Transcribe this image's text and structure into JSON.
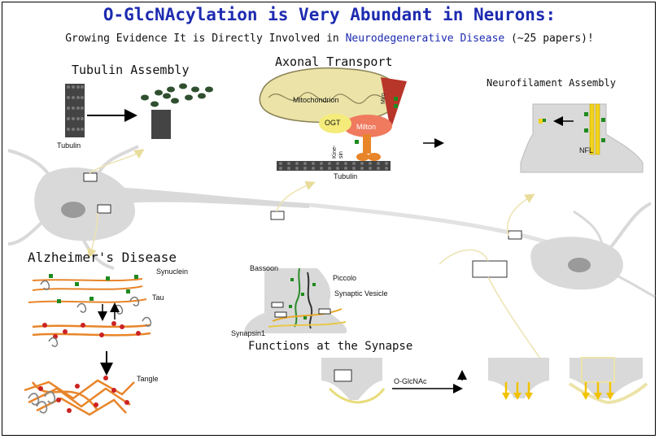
{
  "title": "O-GlcNAcylation is Very Abundant in Neurons:",
  "subtitle": {
    "pre": "Growing Evidence It is Directly Involved in ",
    "highlight": "Neurodegenerative Disease",
    "post": " (~25 papers)!"
  },
  "sections": {
    "tubulin_assembly": "Tubulin Assembly",
    "axonal_transport": "Axonal Transport",
    "neurofilament_assembly": "Neurofilament Assembly",
    "alzheimers": "Alzheimer's Disease",
    "synapse": "Functions at the Synapse"
  },
  "labels": {
    "tubulin_left": "Tubulin",
    "tubulin_transport": "Tubulin",
    "mitochondrion": "Mitochondrion",
    "ogt": "OGT",
    "milton": "Milton",
    "kinesin": "Kine-sin",
    "miro": "Miro",
    "nfl": "NFL",
    "synuclein": "Synuclein",
    "tau": "Tau",
    "tangle": "Tangle",
    "bassoon": "Bassoon",
    "piccolo": "Piccolo",
    "synaptic_vesicle": "Synaptic Vesicle",
    "synapsin": "Synapsin1",
    "oglcnac": "O-GlcNAc"
  },
  "colors": {
    "title": "#1d2bb0",
    "glcnac_green": "#1f8a1f",
    "tubulin_gray": "#555555",
    "mito_yellow": "#e8dc7a",
    "milton_salmon": "#f07a5e",
    "miro_red": "#c0392b",
    "kinesin_orange": "#e8852a",
    "nf_yellow": "#f2d21a",
    "neuron_gray": "#d8d8d8",
    "arrow_yellow": "#f2c200"
  }
}
